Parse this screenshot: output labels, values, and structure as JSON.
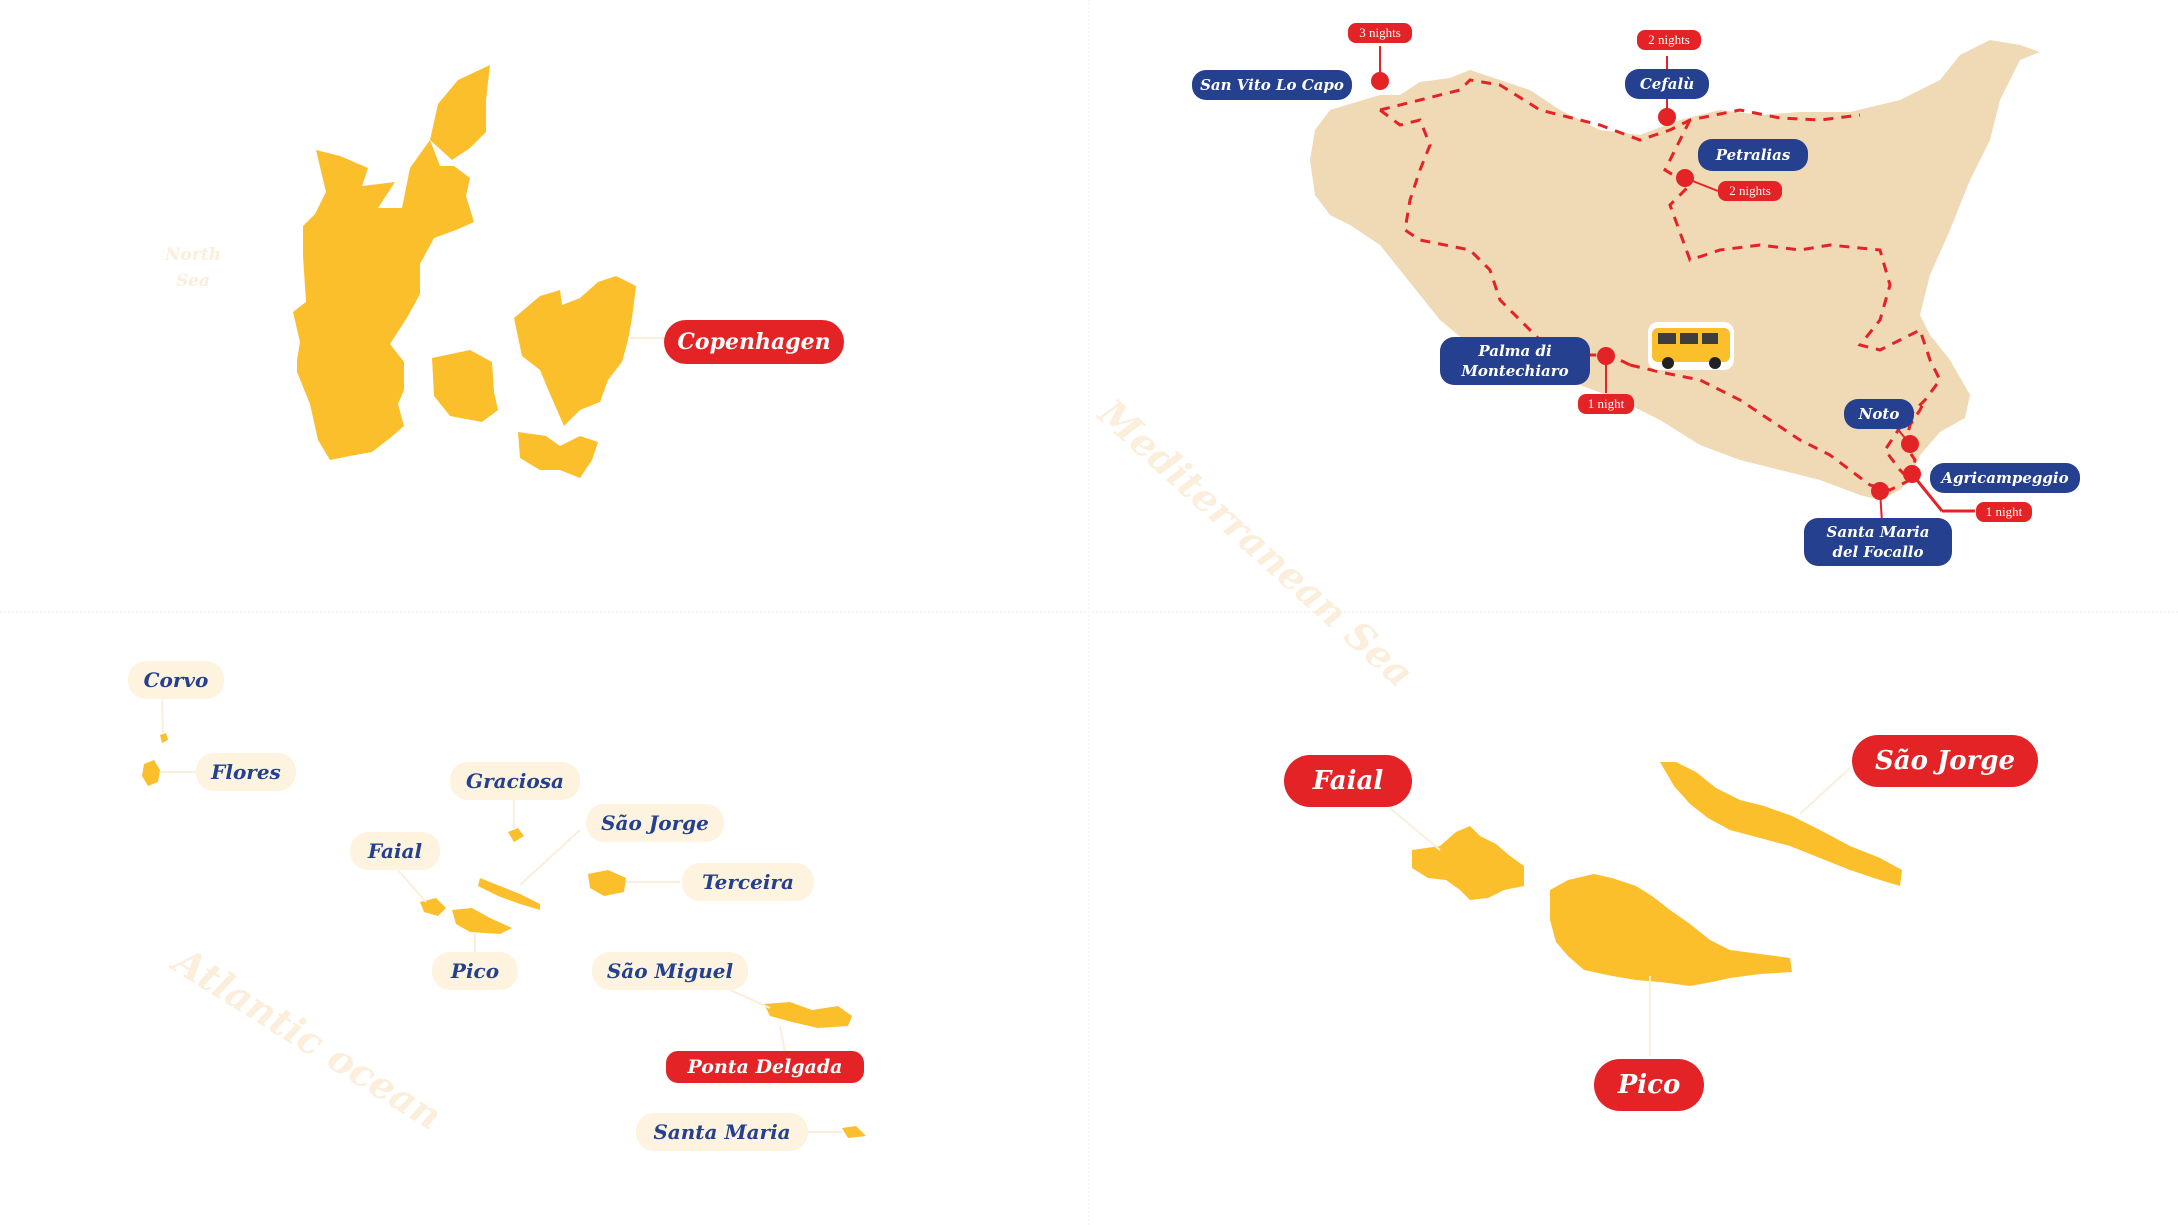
{
  "colors": {
    "land_yellow": "#fbbf2c",
    "sicily_land": "#f0d9b5",
    "route_red": "#e42327",
    "label_blue": "#24408e",
    "label_cream": "#fdf3df",
    "sea_text": "#fbeedb"
  },
  "denmark": {
    "city_label": "Copenhagen",
    "sea_label_line1": "North",
    "sea_label_line2": "Sea"
  },
  "sicily": {
    "sea_label": "Mediterranean Sea",
    "vehicle_icon": "yellow-van-icon",
    "stops": [
      {
        "name": "San Vito Lo Capo",
        "nights": "3 nights"
      },
      {
        "name": "Cefalù",
        "nights": "2 nights"
      },
      {
        "name": "Petralias",
        "nights": "2 nights"
      },
      {
        "name_line1": "Palma di",
        "name_line2": "Montechiaro",
        "nights": "1 night"
      },
      {
        "name": "Noto"
      },
      {
        "name": "Agricampeggio",
        "nights": "1 night"
      },
      {
        "name_line1": "Santa Maria",
        "name_line2": "del Focallo"
      }
    ]
  },
  "azores": {
    "sea_label": "Atlantic ocean",
    "islands": [
      "Corvo",
      "Flores",
      "Graciosa",
      "São Jorge",
      "Faial",
      "Terceira",
      "Pico",
      "São Miguel",
      "Santa Maria"
    ],
    "city_label": "Ponta Delgada"
  },
  "central_group": {
    "islands": [
      "Faial",
      "São Jorge",
      "Pico"
    ]
  }
}
